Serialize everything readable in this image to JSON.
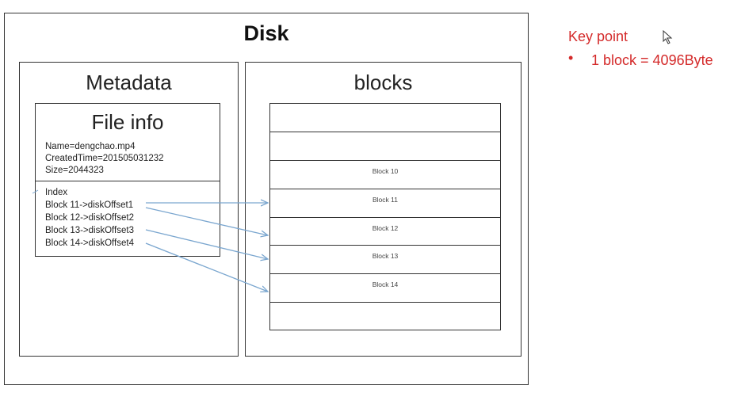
{
  "disk": {
    "title": "Disk"
  },
  "metadata": {
    "title": "Metadata",
    "file_info": {
      "title": "File info",
      "lines": [
        "Name=dengchao.mp4",
        "CreatedTime=201505031232",
        "Size=2044323"
      ],
      "index_title": "Index",
      "index_lines": [
        "Block 11->diskOffset1",
        "Block 12->diskOffset2",
        "Block 13->diskOffset3",
        "Block 14->diskOffset4"
      ]
    }
  },
  "blocks": {
    "title": "blocks",
    "rows": [
      "",
      "",
      "Block 10",
      "Block 11",
      "Block 12",
      "Block 13",
      "Block 14",
      ""
    ]
  },
  "key_point": {
    "title": "Key point",
    "bullet": "•",
    "items": [
      "1 block = 4096Byte"
    ]
  },
  "colors": {
    "arrow": "#7aa6cf",
    "key_point": "#d42a2a",
    "border": "#333333"
  },
  "icons": {
    "cursor": "mouse-pointer-icon"
  }
}
